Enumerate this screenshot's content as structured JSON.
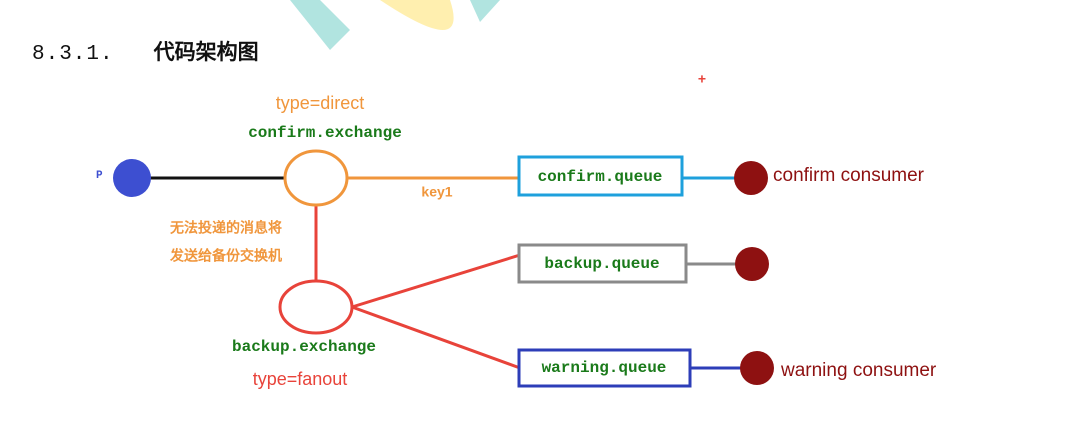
{
  "heading": {
    "number": "8.3.1.",
    "title": "代码架构图"
  },
  "colors": {
    "producer": "#3d4fd1",
    "consumer": "#8e1111",
    "orange": "#f0963c",
    "red": "#e8433a",
    "green": "#1a7a1a",
    "blue_box": "#1ea0dc",
    "gray_box": "#8a8a8a",
    "navy_box": "#2d3eb8",
    "watermark": "#22b3a8",
    "watermark_yellow": "#ffd21e"
  },
  "producer": {
    "label": "P"
  },
  "confirm_exchange": {
    "type": "type=direct",
    "name": "confirm.exchange"
  },
  "routing_key": "key1",
  "annotation": {
    "line1": "无法投递的消息将",
    "line2": "发送给备份交换机"
  },
  "backup_exchange": {
    "name": "backup.exchange",
    "type": "type=fanout"
  },
  "queues": {
    "confirm": "confirm.queue",
    "backup": "backup.queue",
    "warning": "warning.queue"
  },
  "consumers": {
    "confirm": "confirm consumer",
    "warning": "warning consumer"
  },
  "marker": "+"
}
